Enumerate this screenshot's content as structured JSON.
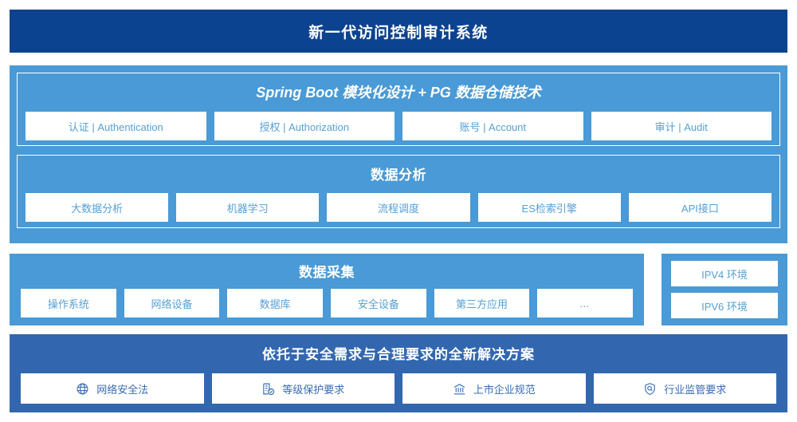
{
  "header": {
    "title": "新一代访问控制审计系统"
  },
  "colors": {
    "header_bg": "#0b4390",
    "band_light": "#499ad6",
    "band_bottom": "#3267b0",
    "chip_text": "#56a0d8",
    "chip_bottom_text": "#3a6cb4",
    "panel_text": "#ffffff"
  },
  "app_layer": {
    "spring": {
      "title": "Spring Boot 模块化设计 + PG 数据仓储技术",
      "items": [
        {
          "label": "认证 | Authentication"
        },
        {
          "label": "授权 | Authorization"
        },
        {
          "label": "账号 | Account"
        },
        {
          "label": "审计 | Audit"
        }
      ]
    },
    "analysis": {
      "title": "数据分析",
      "items": [
        {
          "label": "大数据分析"
        },
        {
          "label": "机器学习"
        },
        {
          "label": "流程调度"
        },
        {
          "label": "ES检索引擎"
        },
        {
          "label": "API接口"
        }
      ]
    }
  },
  "collection": {
    "title": "数据采集",
    "items": [
      {
        "label": "操作系统"
      },
      {
        "label": "网络设备"
      },
      {
        "label": "数据库"
      },
      {
        "label": "安全设备"
      },
      {
        "label": "第三方应用"
      },
      {
        "label": "…"
      }
    ],
    "environments": [
      {
        "label": "IPV4 环境"
      },
      {
        "label": "IPV6 环境"
      }
    ]
  },
  "solution": {
    "title": "依托于安全需求与合理要求的全新解决方案",
    "items": [
      {
        "label": "网络安全法",
        "icon": "globe-icon"
      },
      {
        "label": "等级保护要求",
        "icon": "document-check-icon"
      },
      {
        "label": "上市企业规范",
        "icon": "bank-icon"
      },
      {
        "label": "行业监管要求",
        "icon": "shield-search-icon"
      }
    ]
  }
}
